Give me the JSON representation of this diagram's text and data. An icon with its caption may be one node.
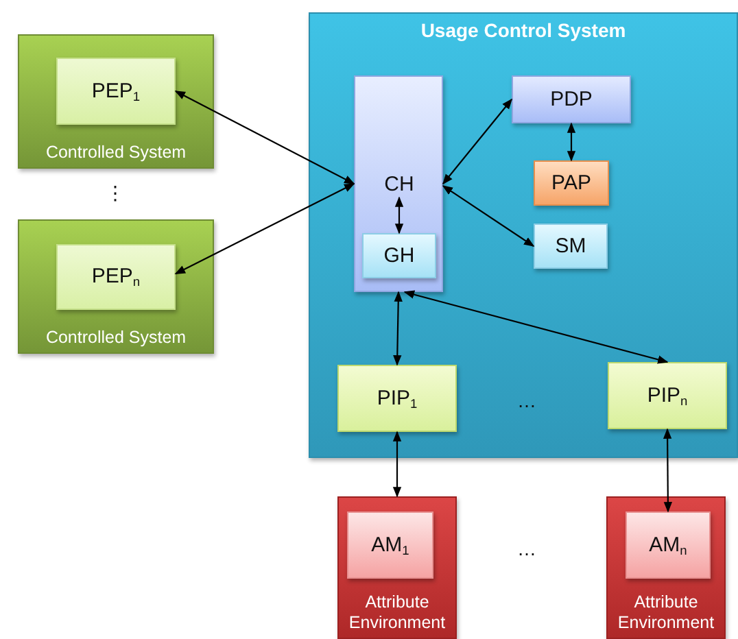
{
  "diagram": {
    "nodes": [
      {
        "text": [
          "Controlled System"
        ]
      },
      {
        "text": [
          "PEP$_{1}$"
        ],
        "in": 0
      },
      {
        "text": [
          "Controlled System"
        ]
      },
      {
        "text": [
          "PEP$_{n}$"
        ],
        "in": 2
      },
      {
        "text": [
          "Usage Control System"
        ]
      },
      {
        "text": [],
        "shape": "box",
        "in": 4
      },
      {
        "text": [
          "CH"
        ],
        "in": 5
      },
      {
        "text": [
          "GH"
        ],
        "in": 5
      },
      {
        "text": [
          "PDP"
        ],
        "in": 4
      },
      {
        "text": [
          "PAP"
        ],
        "in": 4
      },
      {
        "text": [
          "SM"
        ],
        "in": 4
      },
      {
        "text": [
          "PIP$_{1}$"
        ],
        "in": 4
      },
      {
        "text": [
          "PIP$_{n}$"
        ],
        "in": 4
      },
      {
        "text": [
          "Attribute Environment"
        ]
      },
      {
        "text": [
          "AM$_{1}$"
        ],
        "in": 13
      },
      {
        "text": [
          "Attribute Environment"
        ]
      },
      {
        "text": [
          "AM$_{n}$"
        ],
        "in": 15
      }
    ],
    "edges": [
      {
        "from": 1,
        "to": 5,
        "arrow": "both"
      },
      {
        "from": 3,
        "to": 5,
        "arrow": "both"
      },
      {
        "from": 6,
        "to": 7,
        "arrow": "both"
      },
      {
        "from": 5,
        "to": 8,
        "arrow": "both"
      },
      {
        "from": 8,
        "to": 9,
        "arrow": "both"
      },
      {
        "from": 5,
        "to": 10,
        "arrow": "both"
      },
      {
        "from": 5,
        "to": 11,
        "arrow": "both"
      },
      {
        "from": 5,
        "to": 12,
        "arrow": "both"
      },
      {
        "from": 11,
        "to": 13,
        "arrow": "both"
      },
      {
        "from": 12,
        "to": 16,
        "arrow": "both"
      }
    ],
    "labels": [
      "⋮",
      "…",
      "…"
    ]
  }
}
